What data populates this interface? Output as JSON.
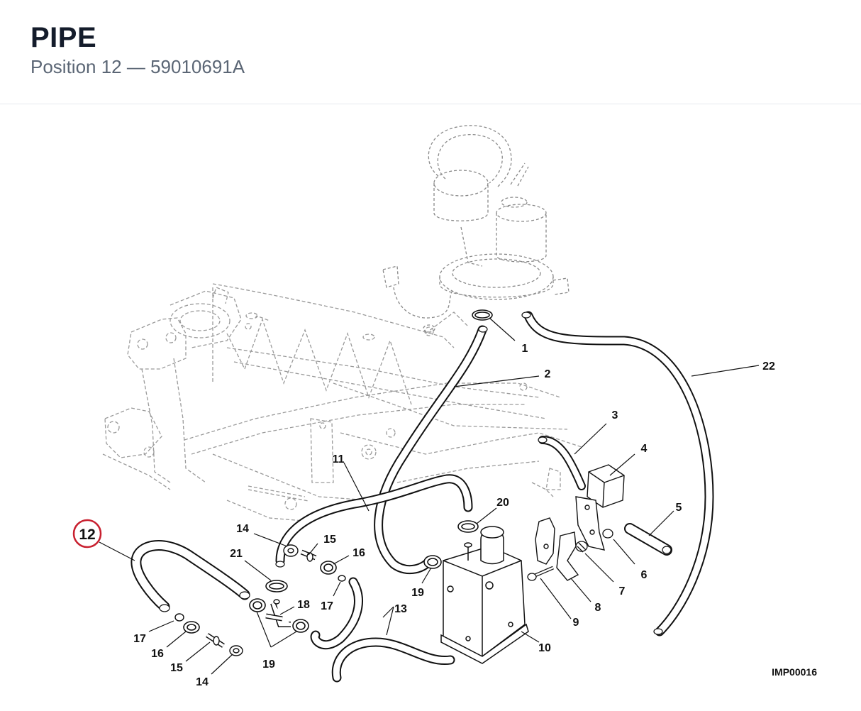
{
  "header": {
    "title": "PIPE",
    "subtitle": "Position 12 — 59010691A"
  },
  "diagram": {
    "code": "IMP00016",
    "highlight_color": "#c8202f",
    "highlighted": "12",
    "labels": {
      "l1": "1",
      "l2": "2",
      "l3": "3",
      "l4": "4",
      "l5": "5",
      "l6": "6",
      "l7": "7",
      "l8": "8",
      "l9": "9",
      "l10": "10",
      "l11": "11",
      "l12": "12",
      "l13": "13",
      "l14a": "14",
      "l14b": "14",
      "l15a": "15",
      "l15b": "15",
      "l16a": "16",
      "l16b": "16",
      "l17a": "17",
      "l17b": "17",
      "l18": "18",
      "l19a": "19",
      "l19b": "19",
      "l20": "20",
      "l21": "21",
      "l22": "22"
    }
  }
}
